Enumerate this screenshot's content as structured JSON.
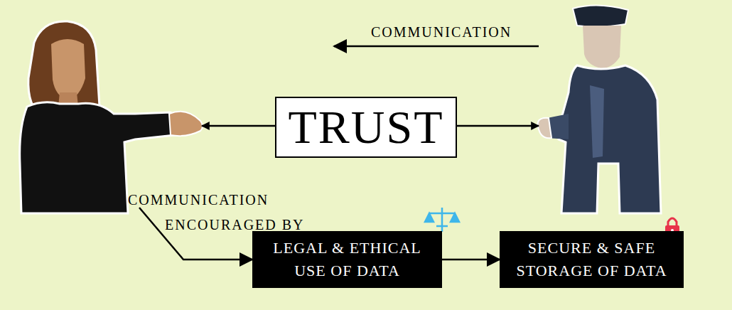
{
  "diagram": {
    "nodes": [
      {
        "text": [
          "TRUST"
        ]
      },
      {
        "text": [
          "LEGAL & ETHICAL USE OF DATA"
        ]
      },
      {
        "text": [
          "SECURE & SAFE STORAGE OF DATA"
        ]
      }
    ],
    "edges": [
      {
        "from": 1,
        "to": 2,
        "arrow": "to"
      }
    ],
    "labels": [
      "COMMUNICATION",
      "COMMUNICATION ENCOURAGED BY"
    ]
  }
}
